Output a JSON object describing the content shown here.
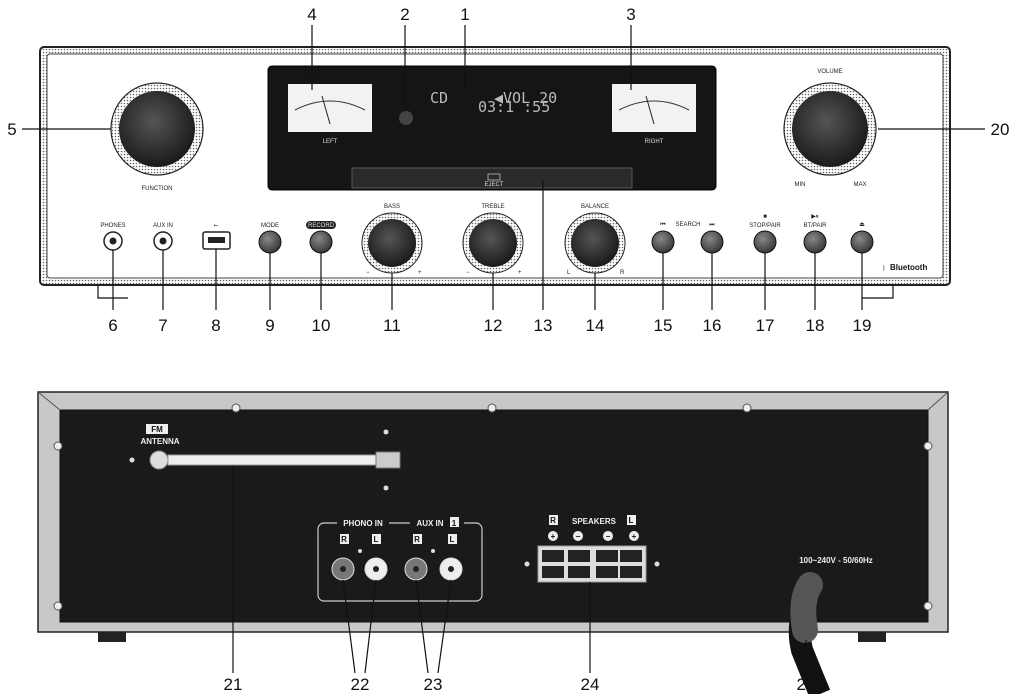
{
  "front_panel": {
    "display": {
      "source": "CD",
      "volume": "◀VOL 20",
      "time": "03:1 :55",
      "meter_left_label": "LEFT",
      "meter_right_label": "RIGHT",
      "slot_label": "EJECT"
    },
    "labels": {
      "function": "FUNCTION",
      "volume": "VOLUME",
      "vol_min": "MIN",
      "vol_max": "MAX",
      "phones": "PHONES",
      "aux_in": "AUX IN",
      "mode": "MODE",
      "record": "RECORD",
      "bass": "BASS",
      "treble": "TREBLE",
      "balance": "BALANCE",
      "minus": "−",
      "plus": "+",
      "bal_l": "L",
      "bal_r": "R",
      "prev_next": "SEARCH",
      "stop_pair": "STOP/PAIR",
      "play_pause": "BT/PAIR",
      "bluetooth": "Bluetooth"
    }
  },
  "rear_panel": {
    "fm": "FM",
    "antenna": "ANTENNA",
    "phono_in": "PHONO IN",
    "aux_in": "AUX IN",
    "aux_num": "1",
    "r": "R",
    "l": "L",
    "speakers": "SPEAKERS",
    "power": "100~240V - 50/60Hz"
  },
  "callouts": [
    "1",
    "2",
    "3",
    "4",
    "5",
    "6",
    "7",
    "8",
    "9",
    "10",
    "11",
    "12",
    "13",
    "14",
    "15",
    "16",
    "17",
    "18",
    "19",
    "20",
    "21",
    "22",
    "23",
    "24",
    "25"
  ]
}
